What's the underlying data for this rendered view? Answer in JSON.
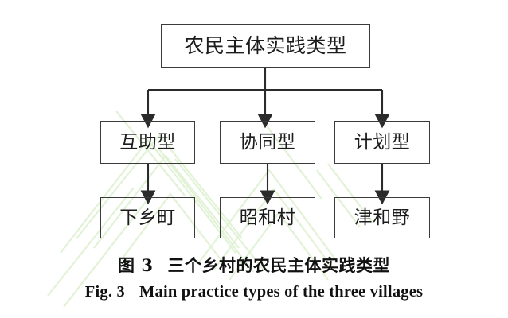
{
  "figure": {
    "root_node": {
      "label": "农民主体实践类型"
    },
    "type_nodes": [
      {
        "id": "mutual",
        "label": "互助型"
      },
      {
        "id": "coop",
        "label": "协同型"
      },
      {
        "id": "planned",
        "label": "计划型"
      }
    ],
    "village_nodes": [
      {
        "id": "shimogo",
        "label": "下乡町"
      },
      {
        "id": "showa",
        "label": "昭和村"
      },
      {
        "id": "tsuwano",
        "label": "津和野"
      }
    ],
    "caption_cn": {
      "number": "图 3",
      "text": "三个乡村的农民主体实践类型"
    },
    "caption_en": {
      "number": "Fig. 3",
      "text": "Main practice types of the three villages"
    },
    "colors": {
      "box_border": "#3b3b3b",
      "connector": "#2b2b2b",
      "text": "#1c1c1c",
      "background": "#ffffff",
      "watermark": "#e4f3da"
    }
  }
}
